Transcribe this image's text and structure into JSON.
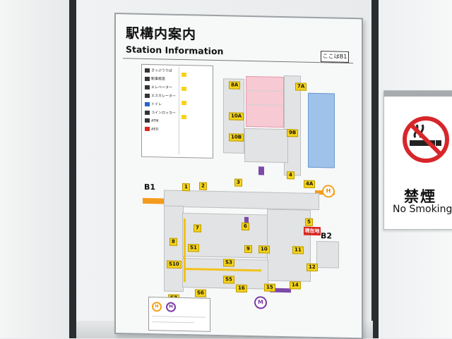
{
  "board": {
    "title": "駅構内案内",
    "subtitle": "Station Information",
    "current_floor_tag": "ここはB1",
    "here_marker": "現在地",
    "floor_labels": [
      "B1",
      "B2"
    ],
    "exits": [
      "1",
      "2",
      "3",
      "4",
      "4A",
      "5",
      "6",
      "7",
      "8",
      "9",
      "10",
      "11",
      "12",
      "14",
      "15",
      "16",
      "S1",
      "S3",
      "S5",
      "S6",
      "S7",
      "S10",
      "7A",
      "8A",
      "9B",
      "10A",
      "10B"
    ],
    "legend_items": [
      "トイレ",
      "エレベーター",
      "エスカレーター",
      "AED",
      "きっぷうりば",
      "コインロッカー",
      "駅事務室",
      "ATM"
    ],
    "colors": {
      "exit_yellow": "#f6d31a",
      "line_orange": "#f49a1d",
      "line_purple": "#7b4aa8",
      "current_location_red": "#d8261f",
      "zone_pink": "#f6c9d3",
      "zone_blue": "#9fc2ea"
    }
  },
  "sign": {
    "ja": "禁煙",
    "en": "No Smoking",
    "icon": "no-smoking-icon",
    "colors": {
      "ring": "#d7262a"
    }
  }
}
